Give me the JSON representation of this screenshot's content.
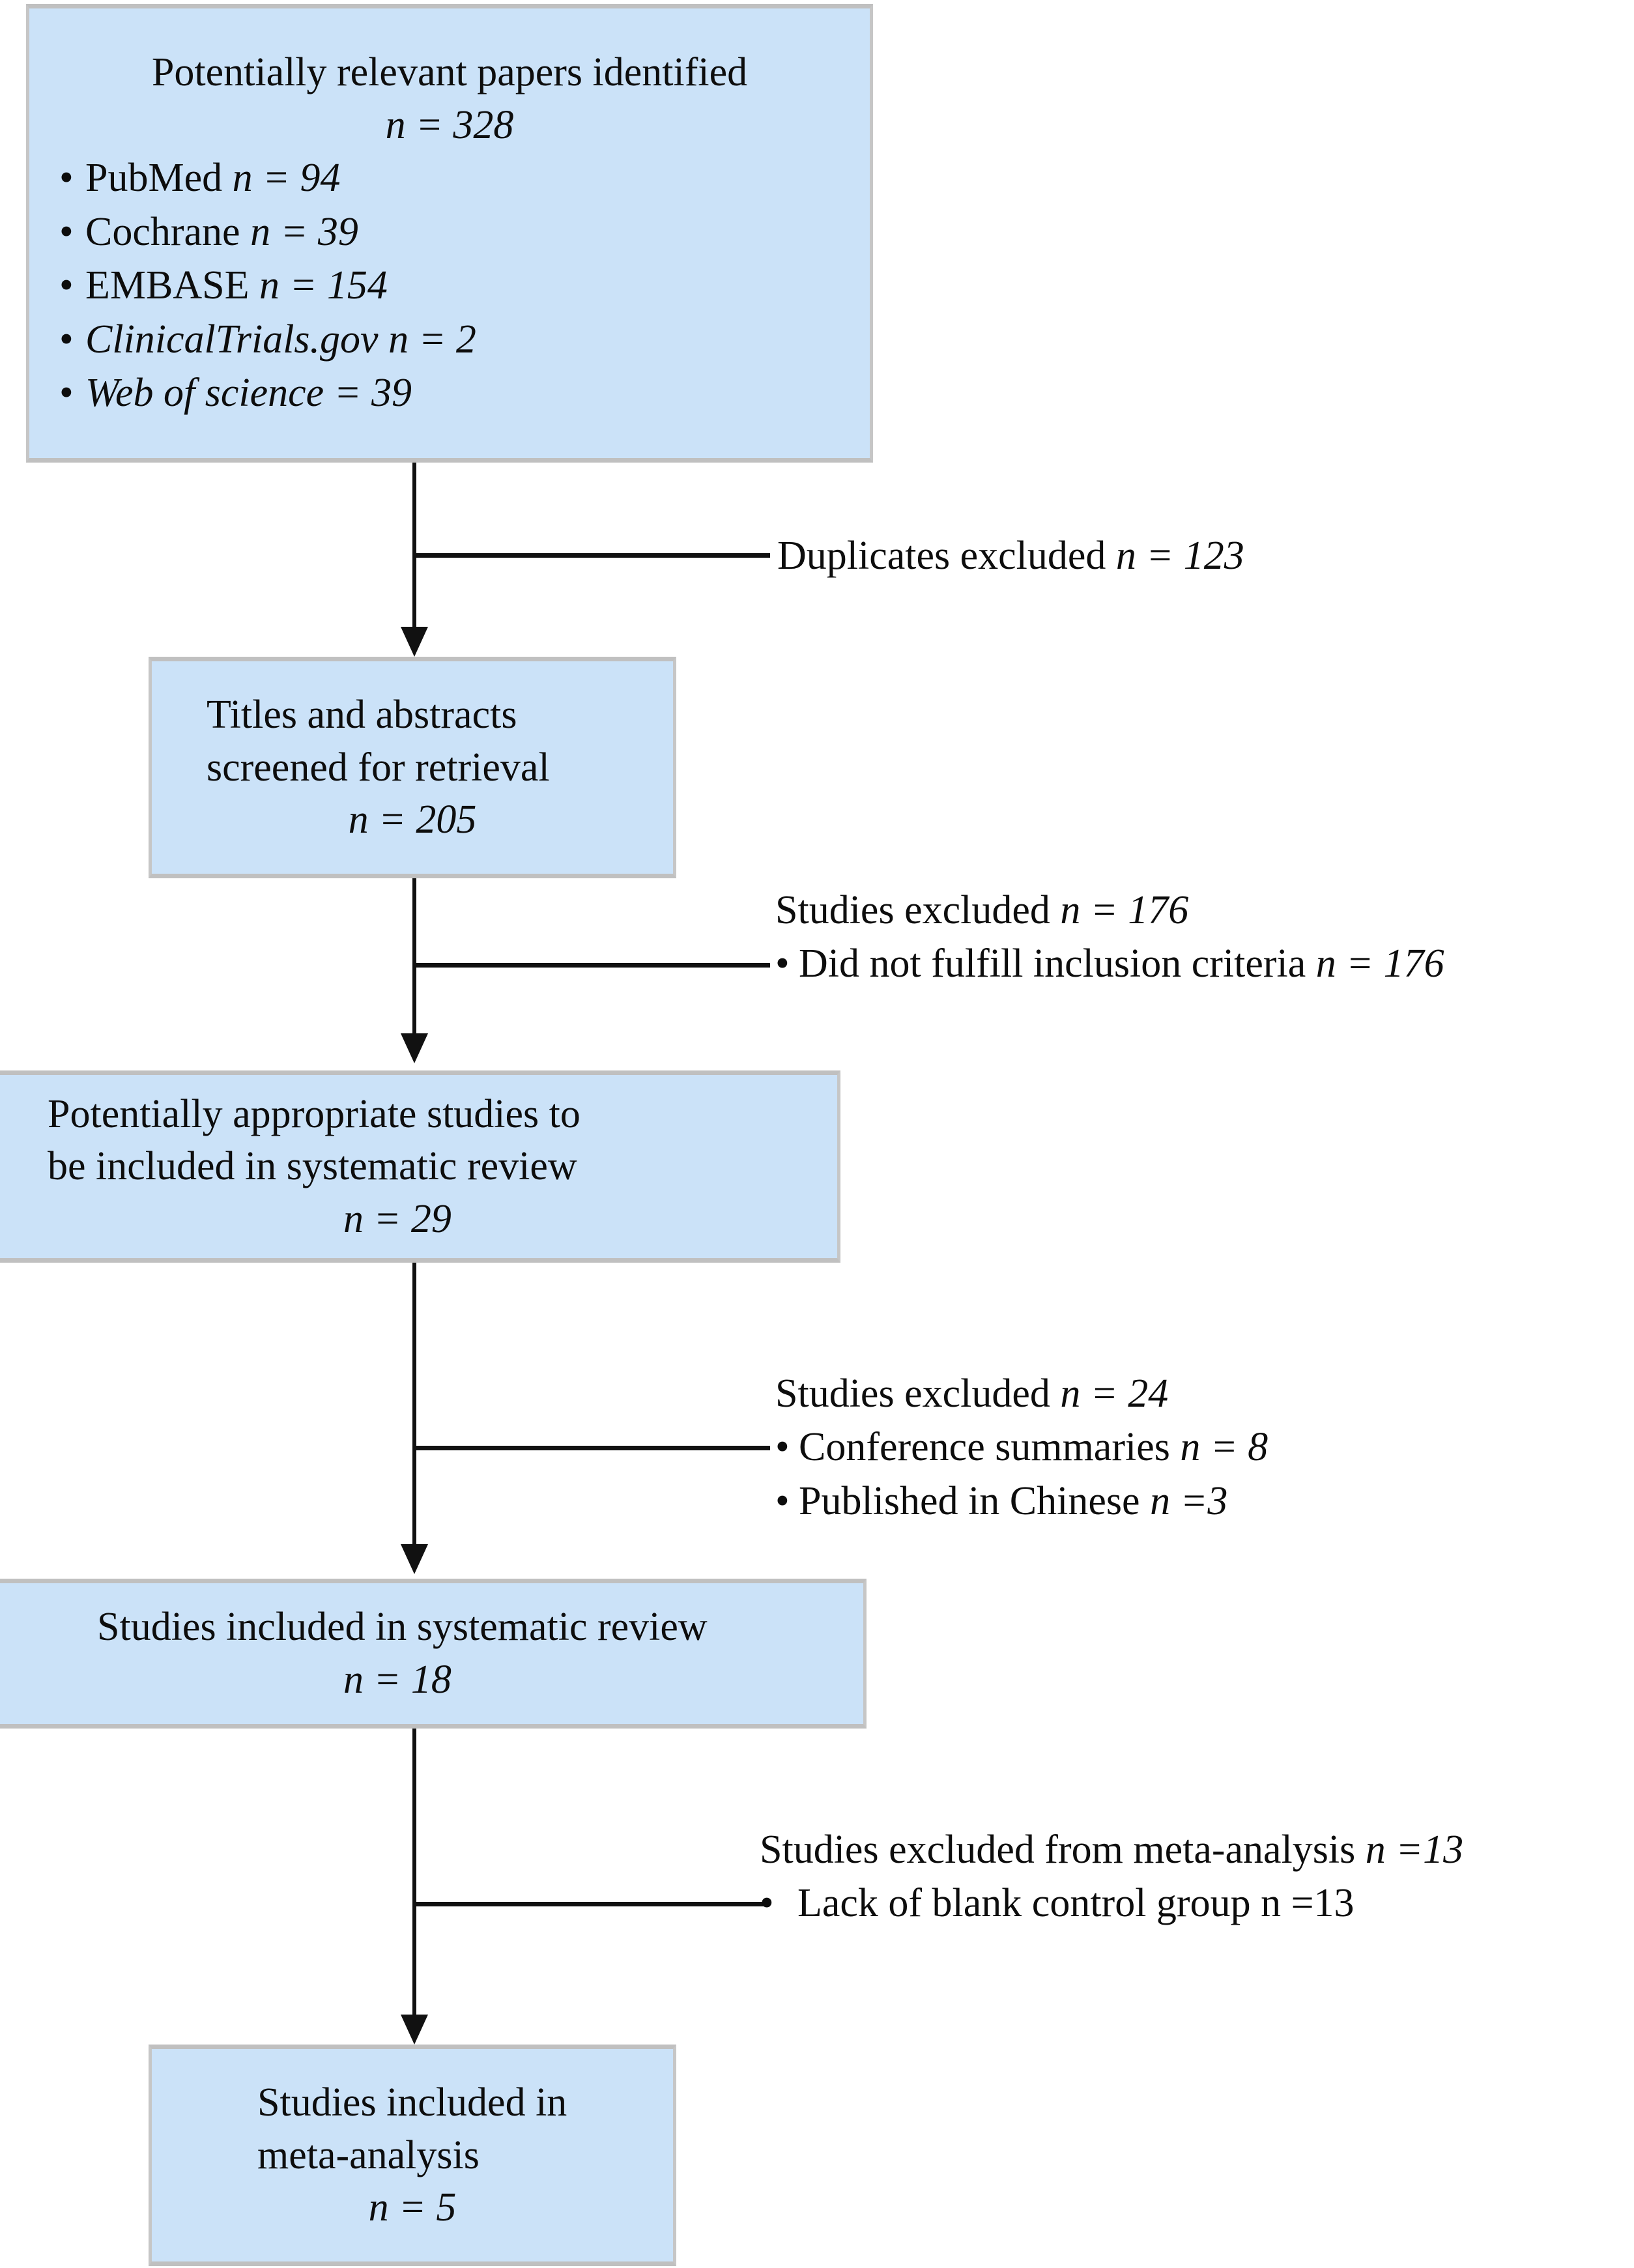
{
  "diagram": {
    "type": "prisma-flow-diagram",
    "colors": {
      "box_fill": "#cbe2f8",
      "box_border": "#c0c0c0",
      "line": "#111111",
      "text": "#0d0d0d"
    },
    "boxes": [
      {
        "id": "identified",
        "title": "Potentially relevant papers identified",
        "count_label": "n = 328",
        "sources": [
          {
            "label": "PubMed",
            "count_label": "n = 94",
            "italic_label": false
          },
          {
            "label": "Cochrane",
            "count_label": "n = 39",
            "italic_label": false
          },
          {
            "label": "EMBASE",
            "count_label": "n = 154",
            "italic_label": false
          },
          {
            "label": "ClinicalTrials.gov",
            "count_label": "n = 2",
            "italic_label": true
          },
          {
            "label": "Web of science",
            "count_label": "= 39",
            "italic_label": true
          }
        ]
      },
      {
        "id": "screened",
        "line1": "Titles and abstracts",
        "line2": "screened for retrieval",
        "count_label": "n = 205"
      },
      {
        "id": "potentially-appropriate",
        "line1": "Potentially appropriate studies to",
        "line2": "be included in systematic review",
        "count_label": "n = 29"
      },
      {
        "id": "included-systematic-review",
        "line1": "Studies included in systematic review",
        "count_label": "n = 18"
      },
      {
        "id": "included-meta-analysis",
        "line1": "Studies included in",
        "line2": "meta-analysis",
        "count_label": "n = 5"
      }
    ],
    "exclusions": [
      {
        "id": "duplicates",
        "heading_text": "Duplicates excluded ",
        "heading_count": "n = 123",
        "items": []
      },
      {
        "id": "screening-excluded",
        "heading_text": "Studies excluded ",
        "heading_count": "n = 176",
        "items": [
          {
            "bullet": "•",
            "text": "Did not fulfill inclusion criteria ",
            "count": "n = 176"
          }
        ]
      },
      {
        "id": "eligibility-excluded",
        "heading_text": "Studies excluded ",
        "heading_count": "n = 24",
        "items": [
          {
            "bullet": "•",
            "text": "Conference summaries ",
            "count": "n = 8"
          },
          {
            "bullet": "•",
            "text": "Published in Chinese ",
            "count": "n =3"
          }
        ]
      },
      {
        "id": "meta-analysis-excluded",
        "heading_text": "Studies excluded from meta-analysis ",
        "heading_count": "n =13",
        "items": [
          {
            "bullet": "•",
            "text": "Lack of blank control group n =13",
            "count": ""
          }
        ]
      }
    ]
  }
}
